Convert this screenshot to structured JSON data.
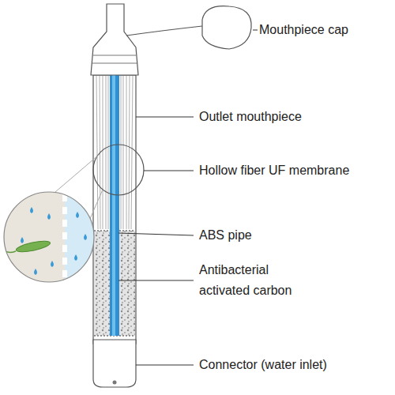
{
  "diagram": {
    "labels": [
      "Mouthpiece cap",
      "Outlet mouthpiece",
      "Hollow fiber UF membrane",
      "ABS pipe",
      "Antibacterial activated carbon",
      "Connector (water inlet)"
    ]
  }
}
